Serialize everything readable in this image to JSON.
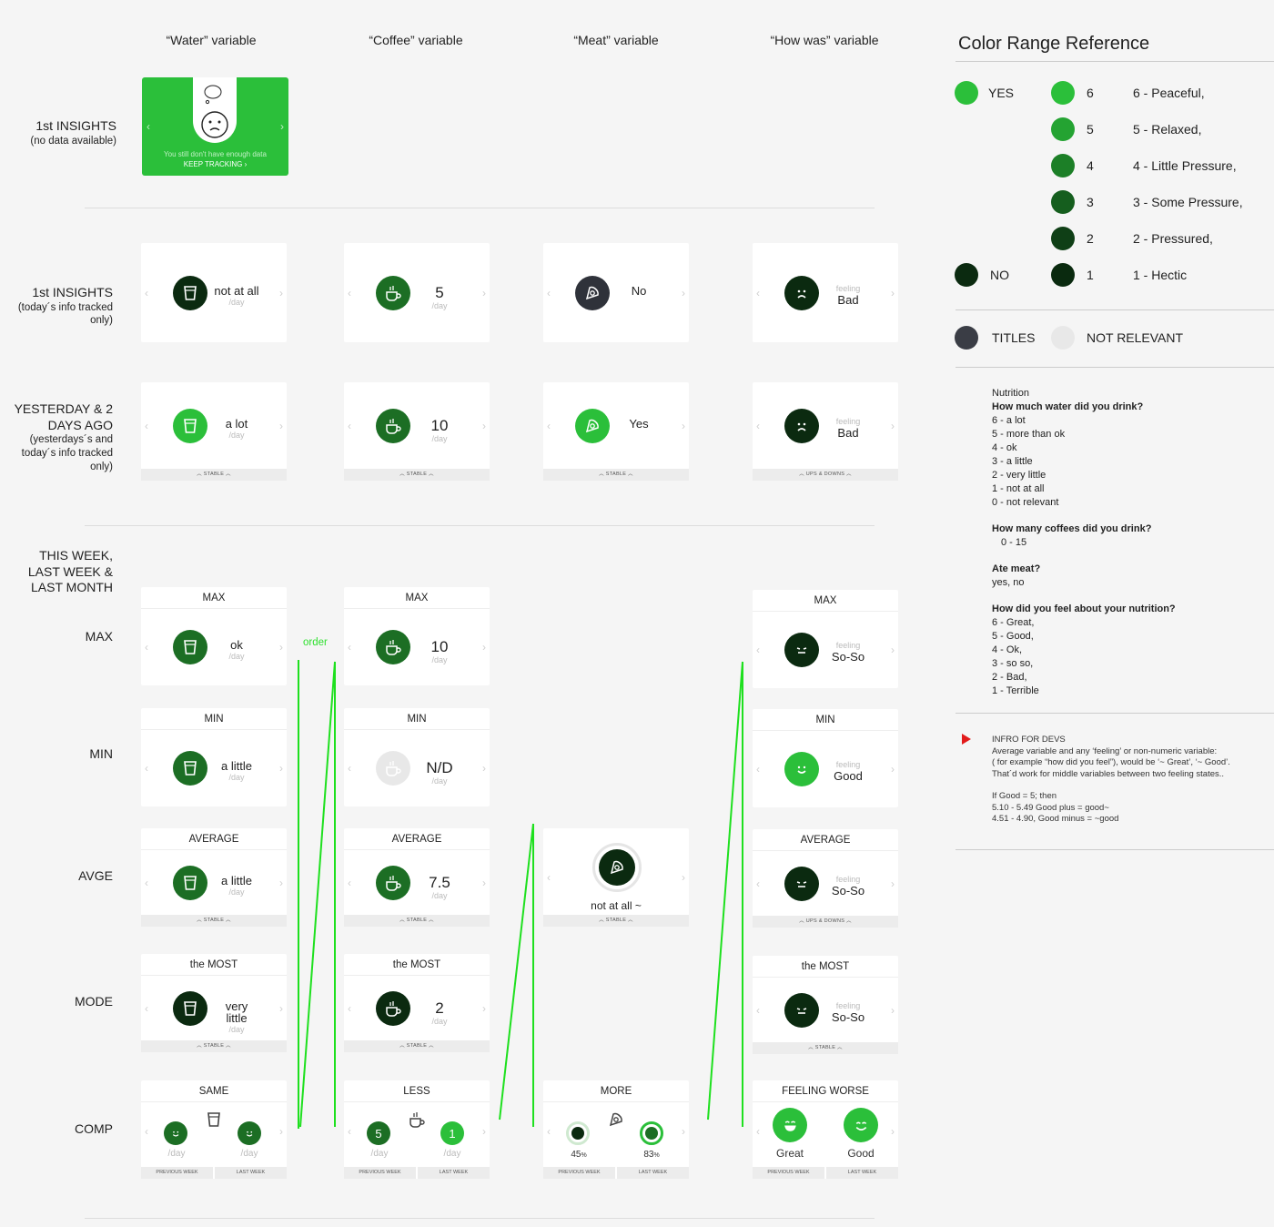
{
  "columns": [
    "“Water” variable",
    "“Coffee” variable",
    "“Meat” variable",
    "“How was” variable"
  ],
  "rows": {
    "r1": {
      "title": "1st INSIGHTS",
      "sub": "(no data available)"
    },
    "r2": {
      "title": "1st INSIGHTS",
      "sub": "(today´s info tracked only)"
    },
    "r3": {
      "title": "YESTERDAY & 2 DAYS AGO",
      "sub": "(yesterdays´s and today´s info tracked only)"
    },
    "r4": {
      "title": "THIS WEEK, LAST WEEK & LAST MONTH"
    },
    "max": "MAX",
    "min": "MIN",
    "avge": "AVGE",
    "mode": "MODE",
    "comp": "COMP"
  },
  "nodata": {
    "line1": "You still don't have enough data",
    "line2": "KEEP TRACKING ›"
  },
  "today": {
    "water": {
      "value": "not at all",
      "unit": "/day"
    },
    "coffee": {
      "value": "5",
      "unit": "/day"
    },
    "meat": {
      "value": "No"
    },
    "how": {
      "pre": "feeling",
      "value": "Bad"
    }
  },
  "yesterday": {
    "water": {
      "value": "a lot",
      "unit": "/day",
      "trend": "STABLE"
    },
    "coffee": {
      "value": "10",
      "unit": "/day",
      "trend": "STABLE"
    },
    "meat": {
      "value": "Yes",
      "trend": "STABLE"
    },
    "how": {
      "pre": "feeling",
      "value": "Bad",
      "trend": "UPS & DOWNS"
    }
  },
  "week": {
    "water": {
      "max": {
        "title": "MAX",
        "value": "ok",
        "unit": "/day"
      },
      "min": {
        "title": "MIN",
        "value": "a little",
        "unit": "/day"
      },
      "avg": {
        "title": "AVERAGE",
        "value": "a little",
        "unit": "/day",
        "trend": "STABLE"
      },
      "mode": {
        "title": "the MOST",
        "value": "very little",
        "unit": "/day",
        "trend": "STABLE"
      },
      "comp": {
        "title": "SAME",
        "left": "/day",
        "right": "/day",
        "prev": "PREVIOUS WEEK",
        "last": "LAST WEEK"
      }
    },
    "coffee": {
      "max": {
        "title": "MAX",
        "value": "10",
        "unit": "/day"
      },
      "min": {
        "title": "MIN",
        "value": "N/D",
        "unit": "/day"
      },
      "avg": {
        "title": "AVERAGE",
        "value": "7.5",
        "unit": "/day",
        "trend": "STABLE"
      },
      "mode": {
        "title": "the MOST",
        "value": "2",
        "unit": "/day",
        "trend": "STABLE"
      },
      "comp": {
        "title": "LESS",
        "lnum": "5",
        "rnum": "1",
        "left": "/day",
        "right": "/day",
        "prev": "PREVIOUS WEEK",
        "last": "LAST WEEK"
      }
    },
    "meat": {
      "avg": {
        "value": "not at all ~",
        "trend": "STABLE"
      },
      "comp": {
        "title": "MORE",
        "lpct": "45",
        "rpct": "83",
        "unitpct": "%",
        "prev": "PREVIOUS WEEK",
        "last": "LAST WEEK"
      }
    },
    "how": {
      "max": {
        "title": "MAX",
        "pre": "feeling",
        "value": "So-So"
      },
      "min": {
        "title": "MIN",
        "pre": "feeling",
        "value": "Good"
      },
      "avg": {
        "title": "AVERAGE",
        "pre": "feeling",
        "value": "So-So",
        "trend": "UPS & DOWNS"
      },
      "mode": {
        "title": "the MOST",
        "pre": "feeling",
        "value": "So-So",
        "trend": "STABLE"
      },
      "comp": {
        "title": "FEELING WORSE",
        "left": "Great",
        "right": "Good",
        "prev": "PREVIOUS WEEK",
        "last": "LAST WEEK"
      }
    }
  },
  "order_label": "order",
  "legend": {
    "title": "Color Range Reference",
    "yes": "YES",
    "no": "NO",
    "titles": "TITLES",
    "not_relevant": "NOT RELEVANT",
    "scale": [
      {
        "n": "6",
        "label": "6 - Peaceful,",
        "color": "#2bbf3a"
      },
      {
        "n": "5",
        "label": "5 - Relaxed,",
        "color": "#24a332"
      },
      {
        "n": "4",
        "label": "4 - Little Pressure,",
        "color": "#1c7f27"
      },
      {
        "n": "3",
        "label": "3 - Some Pressure,",
        "color": "#155e1e"
      },
      {
        "n": "2",
        "label": "2 - Pressured,",
        "color": "#0f3f16"
      },
      {
        "n": "1",
        "label": "1 - Hectic",
        "color": "#0a2a0f"
      }
    ],
    "colors": {
      "yes": "#2bbf3a",
      "no": "#0b2a10",
      "titles": "#3a3d45",
      "notrel": "#e8e8e8"
    }
  },
  "nutrition": {
    "section": "Nutrition",
    "q1": "How much water did you drink?",
    "q1a": [
      "6 - a lot",
      "5 - more than ok",
      "4 -  ok",
      "3 - a little",
      "2 - very little",
      "1 - not at all",
      "0 - not relevant"
    ],
    "q2": "How many coffees did you drink?",
    "q2a": "0 - 15",
    "q3": "Ate meat?",
    "q3a": "yes, no",
    "q4": "How did you feel about your nutrition?",
    "q4a": [
      "6 - Great,",
      "5 - Good,",
      "4 - Ok,",
      "3 - so so,",
      "2 - Bad,",
      "1 - Terrible"
    ]
  },
  "devs": {
    "title": "INFRO FOR DEVS",
    "lines": [
      "Average variable and any ‘feeling’ or non-numeric variable:",
      "( for example “how did you feel”), would be ‘~ Great’, ‘~ Good’.",
      "That´d work for middle variables between two feeling states.."
    ],
    "lines2": [
      "If Good = 5; then",
      "5.10 - 5.49 Good plus = good~",
      "4.51 - 4.90, Good minus = ~good"
    ]
  }
}
